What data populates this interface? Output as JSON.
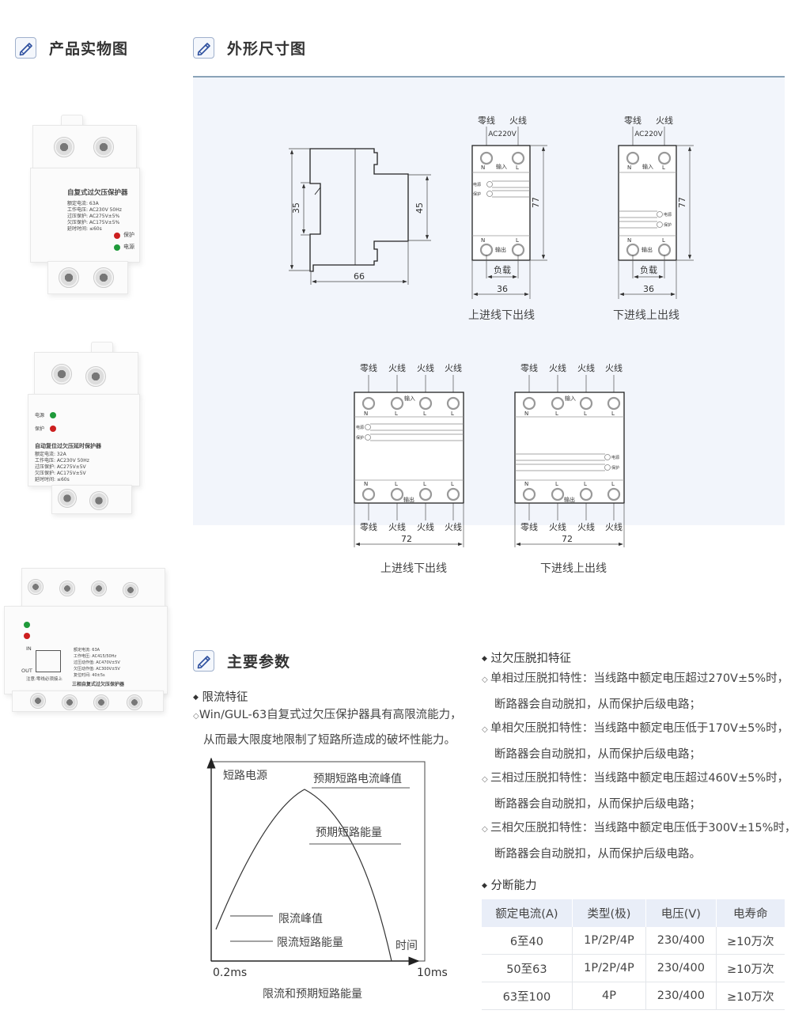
{
  "sections": {
    "product_photos": {
      "title": "产品实物图",
      "icon": "pencil-icon"
    },
    "dimensions": {
      "title": "外形尺寸图",
      "icon": "pencil-icon"
    },
    "main_params": {
      "title": "主要参数",
      "icon": "pencil-icon"
    }
  },
  "products": [
    {
      "name": "自复式过欠压保护器",
      "specs": [
        "额定电流: 63A",
        "工作电压: AC230V 50Hz",
        "过压保护: AC275V±5%",
        "欠压保护: AC175V±5%",
        "延时时间: ≤60s"
      ],
      "led_labels": [
        "保护",
        "电源"
      ]
    },
    {
      "name": "自动复位过欠压延时保护器",
      "specs": [
        "额定电流: 32A",
        "工作电压: AC230V 50Hz",
        "过压保护: AC275V±5V",
        "欠压保护: AC175V±5V",
        "延时时间: ≤60s"
      ],
      "led_labels": [
        "电源",
        "保护"
      ]
    },
    {
      "name": "三相自复式过欠压保护器",
      "specs": [
        "额定电流: 63A",
        "工作电压: AC415/50Hz",
        "过压动作值: AC470V±5V",
        "欠压动作值: AC300V±5V",
        "复位时间: 40±5s"
      ],
      "wiring_in": "IN",
      "wiring_out": "OUT",
      "note": "注意:零线必须接上"
    }
  ],
  "dimension_drawings": {
    "side_view": {
      "height_label": "35",
      "depth_label": "45",
      "width_label": "66"
    },
    "single_phase": [
      {
        "caption": "上进线下出线",
        "top_labels": [
          "零线",
          "火线"
        ],
        "voltage": "AC220V",
        "in_label": "输入",
        "out_label": "输出",
        "terminals_top": [
          "N",
          "L"
        ],
        "terminals_bottom": [
          "N",
          "L"
        ],
        "indicators": [
          "电源",
          "保护"
        ],
        "load_label": "负载",
        "height_label": "77",
        "width_label": "36"
      },
      {
        "caption": "下进线上出线",
        "top_labels": [
          "零线",
          "火线"
        ],
        "voltage": "AC220V",
        "in_label": "输入",
        "out_label": "输出",
        "terminals_top": [
          "N",
          "L"
        ],
        "terminals_bottom": [
          "N",
          "L"
        ],
        "indicators": [
          "电源",
          "保护"
        ],
        "load_label": "负载",
        "height_label": "77",
        "width_label": "36"
      }
    ],
    "three_phase": [
      {
        "caption": "上进线下出线",
        "top_labels": [
          "零线",
          "火线",
          "火线",
          "火线"
        ],
        "bottom_labels": [
          "零线",
          "火线",
          "火线",
          "火线"
        ],
        "in_label": "输入",
        "out_label": "输出",
        "terminals": [
          "N",
          "L",
          "L",
          "L"
        ],
        "indicators": [
          "电源",
          "保护"
        ],
        "width_label": "72"
      },
      {
        "caption": "下进线上出线",
        "top_labels": [
          "零线",
          "火线",
          "火线",
          "火线"
        ],
        "bottom_labels": [
          "零线",
          "火线",
          "火线",
          "火线"
        ],
        "in_label": "输入",
        "out_label": "输出",
        "terminals": [
          "N",
          "L",
          "L",
          "L"
        ],
        "indicators": [
          "电源",
          "保护"
        ],
        "width_label": "72"
      }
    ]
  },
  "current_limiting": {
    "heading": "限流特征",
    "text_lines": [
      "Win/GUL-63自复式过欠压保护器具有高限流能力，",
      "从而最大限度地限制了短路所造成的破坏性能力。"
    ],
    "diagram": {
      "y_label": "短路电源",
      "x_label": "时间",
      "x_start": "0.2ms",
      "x_end": "10ms",
      "peak_label": "预期短路电流峰值",
      "energy_label": "预期短路能量",
      "legend": [
        "限流峰值",
        "限流短路能量"
      ],
      "caption": "限流和预期短路能量"
    }
  },
  "trip_characteristics": {
    "heading": "过欠压脱扣特征",
    "items": [
      {
        "line1": "单相过压脱扣特性：当线路中额定电压超过270V±5%时，",
        "line2": "断路器会自动脱扣，从而保护后级电路；"
      },
      {
        "line1": "单相欠压脱扣特性：当线路中额定电压低于170V±5%时，",
        "line2": "断路器会自动脱扣，从而保护后级电路；"
      },
      {
        "line1": "三相过压脱扣特性：当线路中额定电压超过460V±5%时，",
        "line2": "断路器会自动脱扣，从而保护后级电路；"
      },
      {
        "line1": "三相欠压脱扣特性：当线路中额定电压低于300V±15%时，",
        "line2": "断路器会自动脱扣，从而保护后级电路。"
      }
    ]
  },
  "breaking_capacity": {
    "heading": "分断能力",
    "columns": [
      "额定电流(A)",
      "类型(极)",
      "电压(V)",
      "电寿命"
    ],
    "rows": [
      [
        "6至40",
        "1P/2P/4P",
        "230/400",
        "≥10万次"
      ],
      [
        "50至63",
        "1P/2P/4P",
        "230/400",
        "≥10万次"
      ],
      [
        "63至100",
        "4P",
        "230/400",
        "≥10万次"
      ]
    ]
  },
  "colors": {
    "accent": "#3a5ca8",
    "panel_bg": "#f2f5fb",
    "table_header": "#e9eef8",
    "led_red": "#cc1f1f",
    "led_green": "#1f9a3a"
  }
}
